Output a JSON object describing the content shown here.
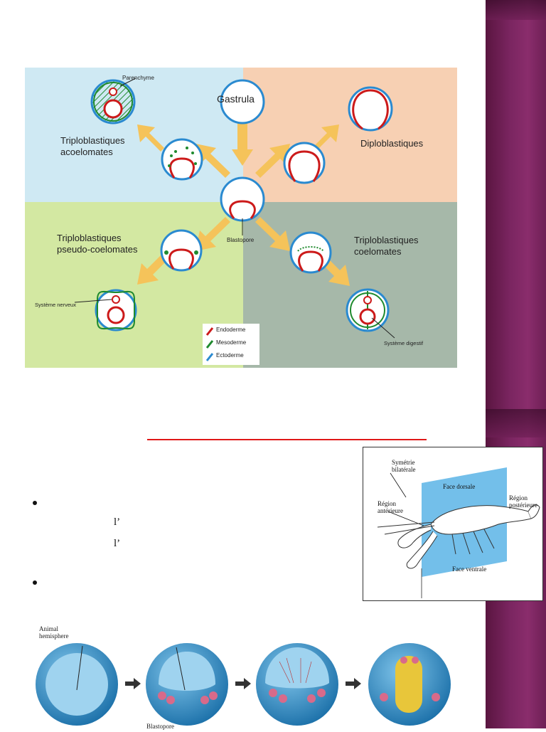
{
  "figure": {
    "gastrula": "Gastrula",
    "parenchyme": "Parenchyme",
    "acoelomates": [
      "Triploblastiques",
      "acoelomates"
    ],
    "diploblastiques": "Diploblastiques",
    "blastopore": "Blastopore",
    "pseudo": [
      "Triploblastiques",
      "pseudo-coelomates"
    ],
    "coelomates": [
      "Triploblastiques",
      "coelomates"
    ],
    "systeme_nerveux": "Système nerveux",
    "systeme_digestif": "Système digestif",
    "legend": [
      {
        "label": "Endoderme",
        "color": "#cc1a1a"
      },
      {
        "label": "Mesoderme",
        "color": "#1f8a2e"
      },
      {
        "label": "Ectoderme",
        "color": "#2a8ad0"
      }
    ],
    "quadrant_colors": {
      "tl": "#cfe9f3",
      "tr": "#f7d0b3",
      "bl": "#d3e8a2",
      "br": "#a6b8a9"
    }
  },
  "text": {
    "apostrophe_1": "l’",
    "apostrophe_2": "l’"
  },
  "crayfish": {
    "symetrie": [
      "Symétrie",
      "bilatérale"
    ],
    "face_dorsale": "Face dorsale",
    "region_anterieure": [
      "Région",
      "antérieure"
    ],
    "region_posterieure": [
      "Région",
      "postérieure"
    ],
    "face_ventrale": "Face ventrale"
  },
  "embryos": {
    "animal_hemisphere": [
      "Animal",
      "hemisphere"
    ],
    "blastopore": "Blastopore"
  },
  "colors": {
    "accent_red": "#e01818",
    "sidebar": "#7a2560"
  }
}
